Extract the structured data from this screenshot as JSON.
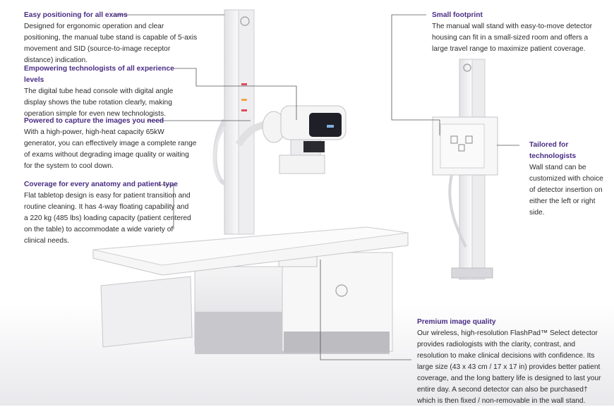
{
  "callouts": [
    {
      "title": "Easy positioning for all exams",
      "body": "Designed for ergonomic operation and clear positioning, the manual tube stand is capable of 5-axis movement and SID (source-to-image receptor distance) indication."
    },
    {
      "title": "Empowering technologists of all experience levels",
      "body": "The digital tube head console with digital angle display shows the tube rotation clearly, making operation simple for even new technologists."
    },
    {
      "title": "Powered to capture the images you need",
      "body": "With a high-power, high-heat capacity 65kW generator, you can effectively image a complete range of exams without degrading image quality or waiting for the system to cool down."
    },
    {
      "title": "Coverage for every anatomy and patient type",
      "body": "Flat tabletop design is easy for patient transition and routine cleaning. It has 4-way floating capability and a 220 kg (485 lbs) loading capacity (patient centered on the table) to accommodate a wide variety of clinical needs."
    },
    {
      "title": "Small footprint",
      "body": "The manual wall stand with easy-to-move detector housing can fit in a small-sized room and offers a large travel range to maximize patient coverage."
    },
    {
      "title": "Tailored for technologists",
      "body": "Wall stand can be customized with choice of detector insertion on either the left or right side."
    },
    {
      "title": "Premium image quality",
      "body": "Our wireless, high-resolution FlashPad™ Select detector provides radiologists with the clarity, contrast, and resolution to make clinical decisions with confidence. Its large size (43 x 43 cm / 17 x 17 in) provides better patient coverage, and the long battery life is designed to last your entire day. A second detector can also be purchased† which is then fixed / non-removable in the wall stand."
    }
  ],
  "colors": {
    "heading": "#4a2d84",
    "leader": "#555555",
    "equipment": "#f3f3f4",
    "shadow": "#c9c9cd"
  }
}
